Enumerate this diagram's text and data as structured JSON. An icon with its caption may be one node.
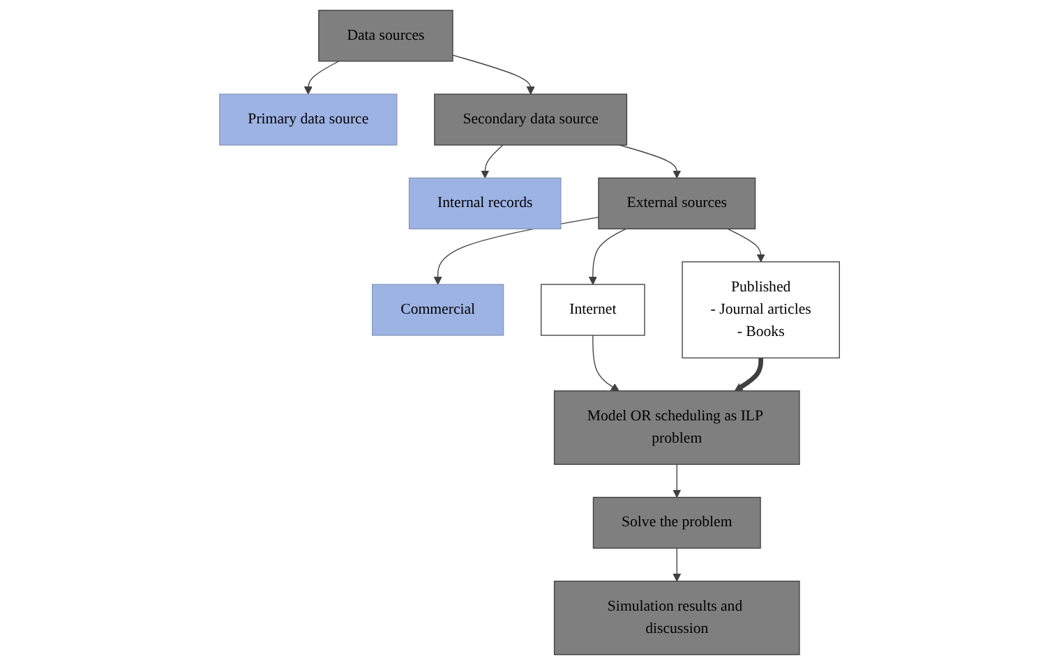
{
  "diagram": {
    "nodes": [
      {
        "text": [
          "Data sources"
        ]
      },
      {
        "text": [
          "Primary data source"
        ]
      },
      {
        "text": [
          "Secondary data source"
        ]
      },
      {
        "text": [
          "Internal records"
        ]
      },
      {
        "text": [
          "External sources"
        ]
      },
      {
        "text": [
          "Commercial"
        ]
      },
      {
        "text": [
          "Internet"
        ]
      },
      {
        "text": [
          "Published",
          "- Journal articles",
          "- Books"
        ]
      },
      {
        "text": [
          "Model OR scheduling as ILP problem"
        ]
      },
      {
        "text": [
          "Solve the problem"
        ]
      },
      {
        "text": [
          "Simulation results and discussion"
        ]
      }
    ],
    "edges": [
      {
        "from": 0,
        "to": 1,
        "arrow": "to"
      },
      {
        "from": 0,
        "to": 2,
        "arrow": "to"
      },
      {
        "from": 2,
        "to": 3,
        "arrow": "to"
      },
      {
        "from": 2,
        "to": 4,
        "arrow": "to"
      },
      {
        "from": 4,
        "to": 5,
        "arrow": "to"
      },
      {
        "from": 4,
        "to": 7,
        "arrow": "to"
      },
      {
        "from": 4,
        "to": 6,
        "arrow": "to"
      },
      {
        "from": 6,
        "to": 8,
        "arrow": "to"
      },
      {
        "from": 7,
        "to": 8,
        "arrow": "to",
        "style": "thick"
      },
      {
        "from": 8,
        "to": 9,
        "arrow": "to"
      },
      {
        "from": 9,
        "to": 10,
        "arrow": "to"
      }
    ]
  }
}
